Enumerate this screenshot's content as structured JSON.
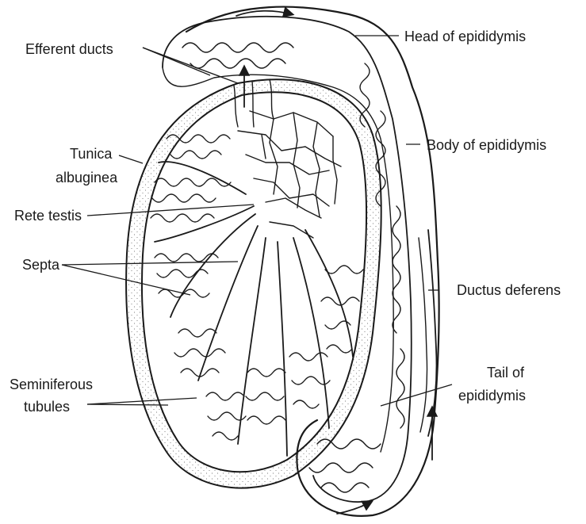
{
  "labels": {
    "head_of_epididymis": "Head of epididymis",
    "efferent_ducts": "Efferent ducts",
    "body_of_epididymis": "Body of epididymis",
    "tunica_albuginea_line1": "Tunica",
    "tunica_albuginea_line2": "albuginea",
    "rete_testis": "Rete testis",
    "septa": "Septa",
    "ductus_deferens": "Ductus deferens",
    "seminiferous_tubules_line1": "Seminiferous",
    "seminiferous_tubules_line2": "tubules",
    "tail_of_epididymis_line1": "Tail of",
    "tail_of_epididymis_line2": "epididymis"
  },
  "colors": {
    "ink": "#1a1a1a",
    "background": "#ffffff",
    "stipple": "#555555"
  }
}
